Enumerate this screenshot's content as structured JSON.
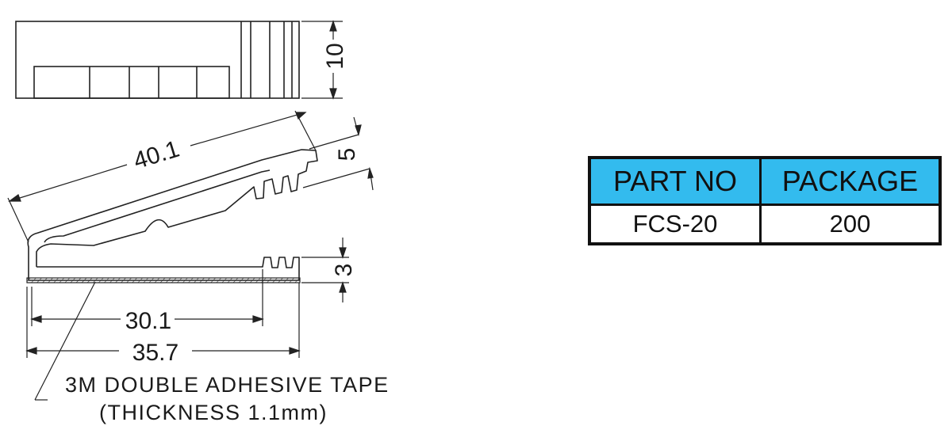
{
  "drawing": {
    "dimensions": {
      "height_top": "10",
      "length_diagonal": "40.1",
      "height_tab": "5",
      "height_base": "3",
      "width_inner": "30.1",
      "width_overall": "35.7"
    },
    "note": {
      "line1": "3M DOUBLE ADHESIVE TAPE",
      "line2": "(THICKNESS 1.1mm)"
    }
  },
  "table": {
    "headers": [
      "PART NO",
      "PACKAGE"
    ],
    "rows": [
      [
        "FCS-20",
        "200"
      ]
    ],
    "header_color": "#33bbee",
    "border_color": "#111111"
  }
}
